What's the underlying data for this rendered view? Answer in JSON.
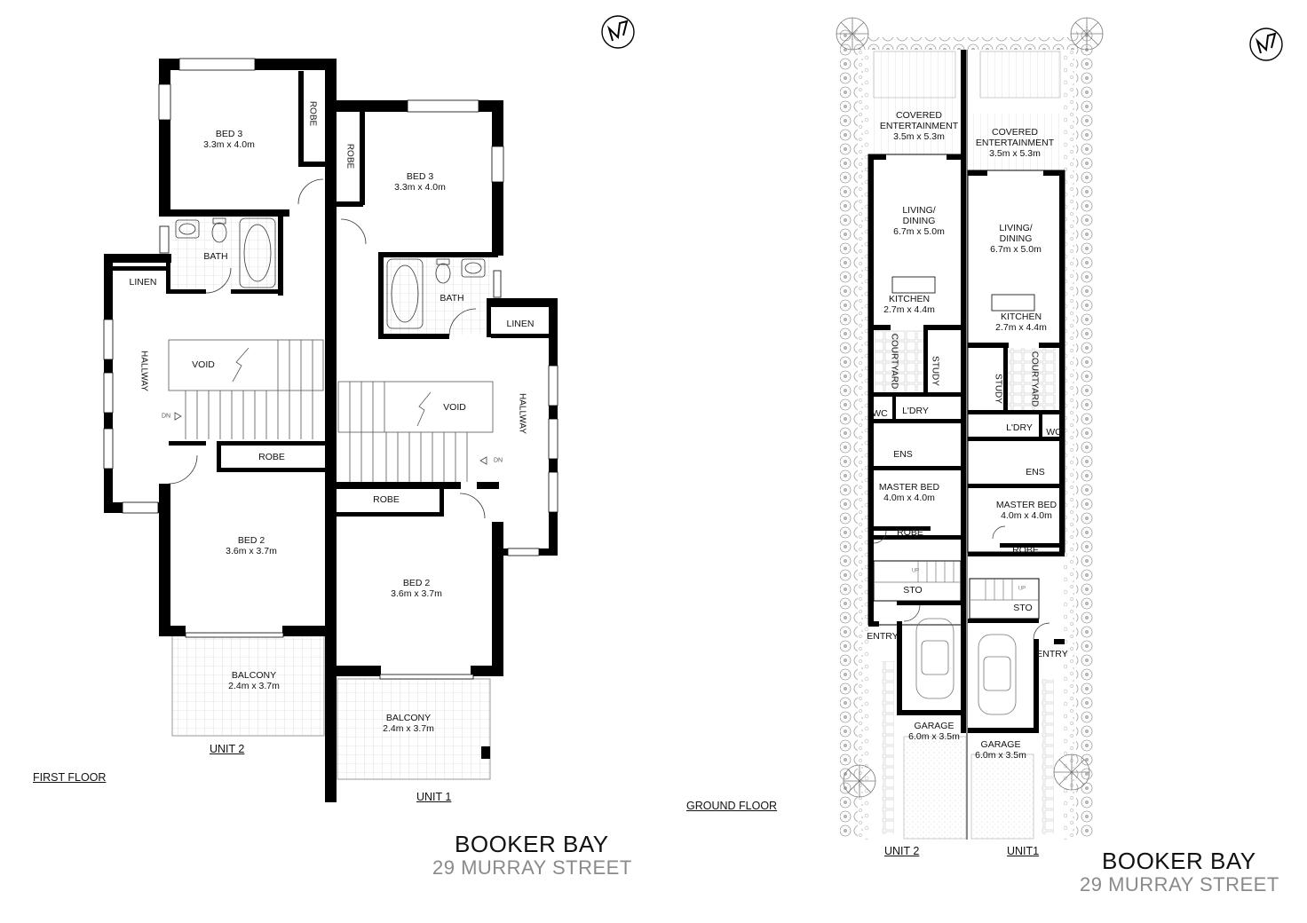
{
  "colors": {
    "wall": "#000000",
    "hatch": "#b0b0b0",
    "garden": "#a6a6a6",
    "subtitle": "#8a8a8a"
  },
  "icons": [
    "north-arrow-icon",
    "shrub-icon",
    "car-icon",
    "bath-icon",
    "toilet-icon",
    "sink-icon",
    "shower-icon",
    "stair-icon",
    "door-swing-icon"
  ],
  "first_floor": {
    "caption": "FIRST FLOOR",
    "unit2": {
      "label": "UNIT 2",
      "bed3": {
        "name": "BED 3",
        "size": "3.3m x 4.0m"
      },
      "robe_top": "ROBE",
      "bath": "BATH",
      "linen": "LINEN",
      "hallway": "HALLWAY",
      "void": "VOID",
      "dn": "DN",
      "robe_mid": "ROBE",
      "bed2": {
        "name": "BED 2",
        "size": "3.6m x 3.7m"
      },
      "balcony": {
        "name": "BALCONY",
        "size": "2.4m x 3.7m"
      }
    },
    "unit1": {
      "label": "UNIT 1",
      "robe_top": "ROBE",
      "bed3": {
        "name": "BED 3",
        "size": "3.3m x 4.0m"
      },
      "bath": "BATH",
      "linen": "LINEN",
      "void": "VOID",
      "hallway": "HALLWAY",
      "dn": "DN",
      "robe_mid": "ROBE",
      "bed2": {
        "name": "BED 2",
        "size": "3.6m x 3.7m"
      },
      "balcony": {
        "name": "BALCONY",
        "size": "2.4m x 3.7m"
      }
    },
    "title": "BOOKER BAY",
    "subtitle": "29 MURRAY STREET"
  },
  "ground_floor": {
    "caption": "GROUND FLOOR",
    "unit2": {
      "label": "UNIT 2",
      "covered": {
        "name": "COVERED\nENTERTAINMENT",
        "size": "3.5m x 5.3m"
      },
      "living": {
        "name": "LIVING/\nDINING",
        "size": "6.7m x 5.0m"
      },
      "kitchen": {
        "name": "KITCHEN",
        "size": "2.7m x 4.4m"
      },
      "courtyard": "COURTYARD",
      "study": "STUDY",
      "wc": "WC",
      "ldry": "L'DRY",
      "ens": "ENS",
      "master": {
        "name": "MASTER BED",
        "size": "4.0m x 4.0m"
      },
      "robe": "ROBE",
      "sto": "STO",
      "up": "UP",
      "entry": "ENTRY",
      "garage": {
        "name": "GARAGE",
        "size": "6.0m x 3.5m"
      }
    },
    "unit1": {
      "label": "UNIT1",
      "covered": {
        "name": "COVERED\nENTERTAINMENT",
        "size": "3.5m x 5.3m"
      },
      "living": {
        "name": "LIVING/\nDINING",
        "size": "6.7m x 5.0m"
      },
      "kitchen": {
        "name": "KITCHEN",
        "size": "2.7m x 4.4m"
      },
      "courtyard": "COURTYARD",
      "study": "STUDY",
      "ldry": "L'DRY",
      "wc": "WC",
      "ens": "ENS",
      "master": {
        "name": "MASTER BED",
        "size": "4.0m x 4.0m"
      },
      "robe": "ROBE",
      "sto": "STO",
      "up": "UP",
      "entry": "ENTRY",
      "garage": {
        "name": "GARAGE",
        "size": "6.0m x 3.5m"
      }
    },
    "title": "BOOKER BAY",
    "subtitle": "29 MURRAY STREET"
  }
}
